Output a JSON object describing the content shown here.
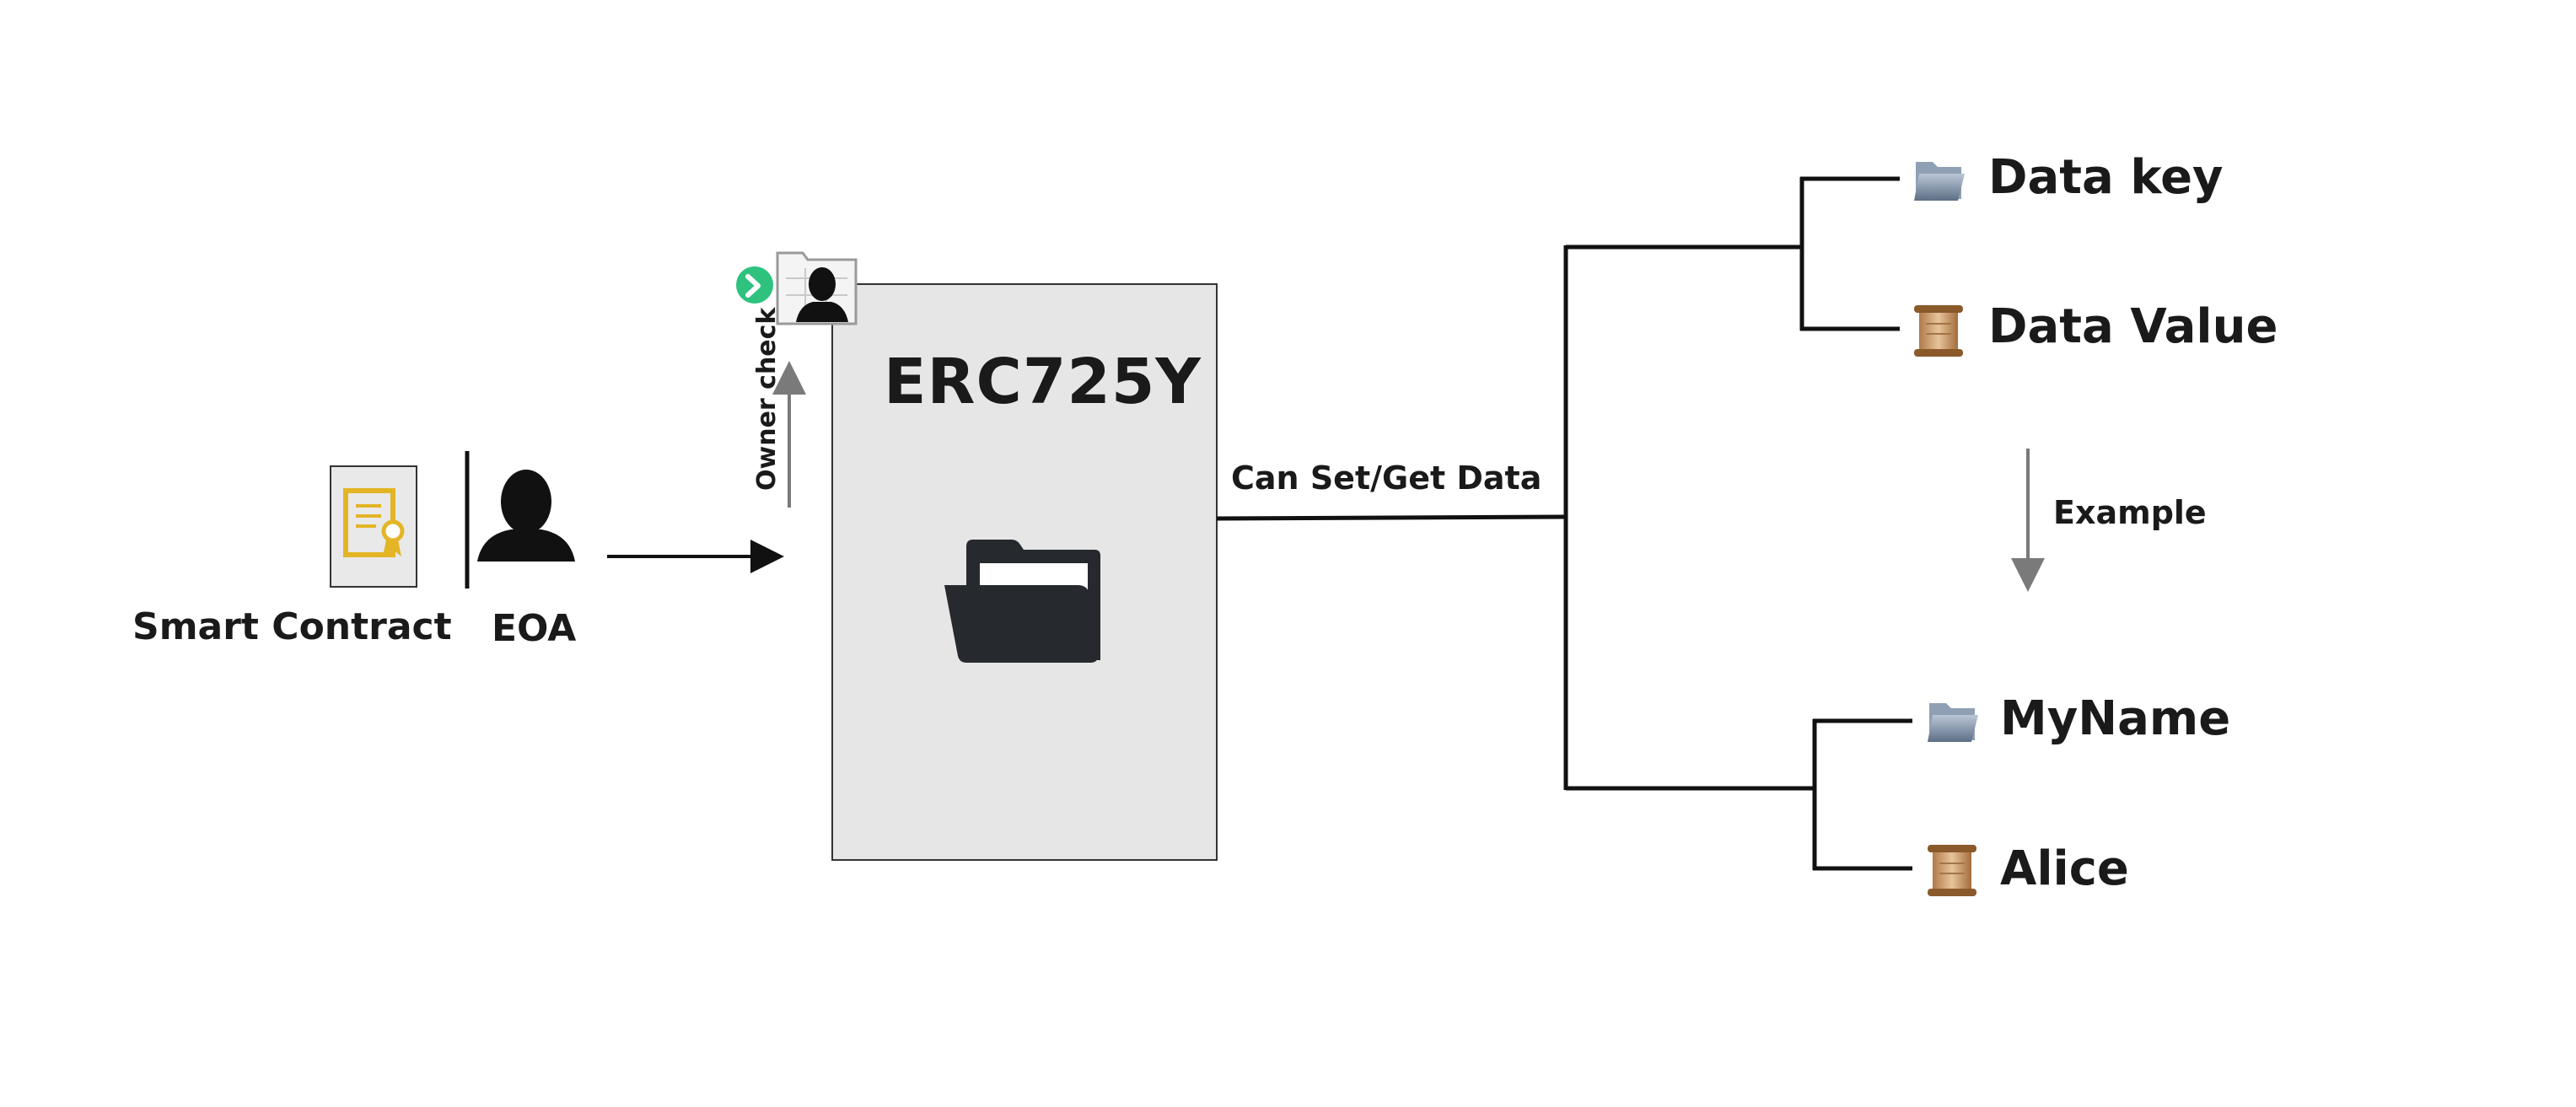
{
  "left": {
    "smart_contract_label": "Smart Contract",
    "eoa_label": "EOA"
  },
  "owner_check_label": "Owner check",
  "erc725y": {
    "title": "ERC725Y"
  },
  "connector_label": "Can Set/Get Data",
  "top_pair": {
    "key_label": "Data key",
    "value_label": "Data Value"
  },
  "example_label": "Example",
  "bottom_pair": {
    "key_label": "MyName",
    "value_label": "Alice"
  },
  "colors": {
    "box_fill": "#e6e6e6",
    "line": "#111111",
    "gray_arrow": "#7a7a7a",
    "check_green": "#2ec27e",
    "contract_gold": "#e3b526"
  },
  "icons": [
    "contract-icon",
    "person-icon",
    "folder-icon",
    "owner-icon",
    "check-icon",
    "data-key-icon",
    "data-value-icon"
  ]
}
